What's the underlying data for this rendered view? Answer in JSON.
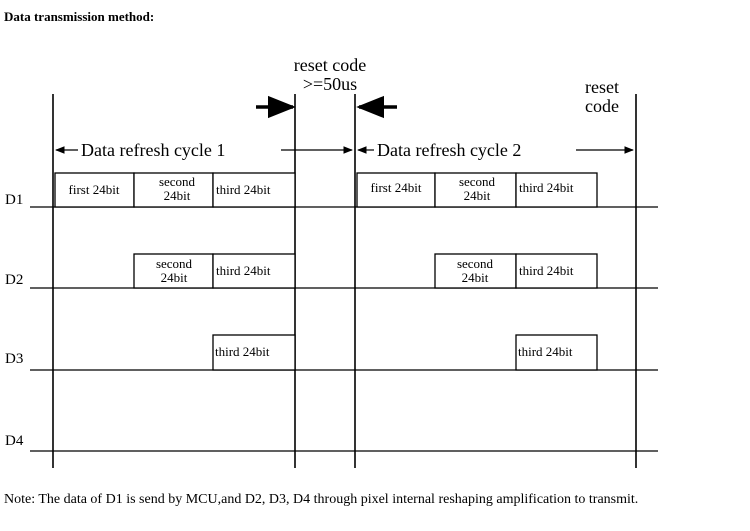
{
  "heading": "Data transmission method:",
  "reset_top": [
    "reset code",
    ">=50us"
  ],
  "reset_right": [
    "reset",
    "code"
  ],
  "cycles": [
    "Data refresh cycle 1",
    "Data refresh cycle 2"
  ],
  "channels": [
    "D1",
    "D2",
    "D3",
    "D4"
  ],
  "box_labels": {
    "first": [
      "first 24bit"
    ],
    "second": [
      "second",
      "24bit"
    ],
    "third": [
      "third 24bit"
    ]
  },
  "note": "Note: The data of D1 is send by MCU,and D2, D3, D4 through pixel internal reshaping amplification to transmit."
}
